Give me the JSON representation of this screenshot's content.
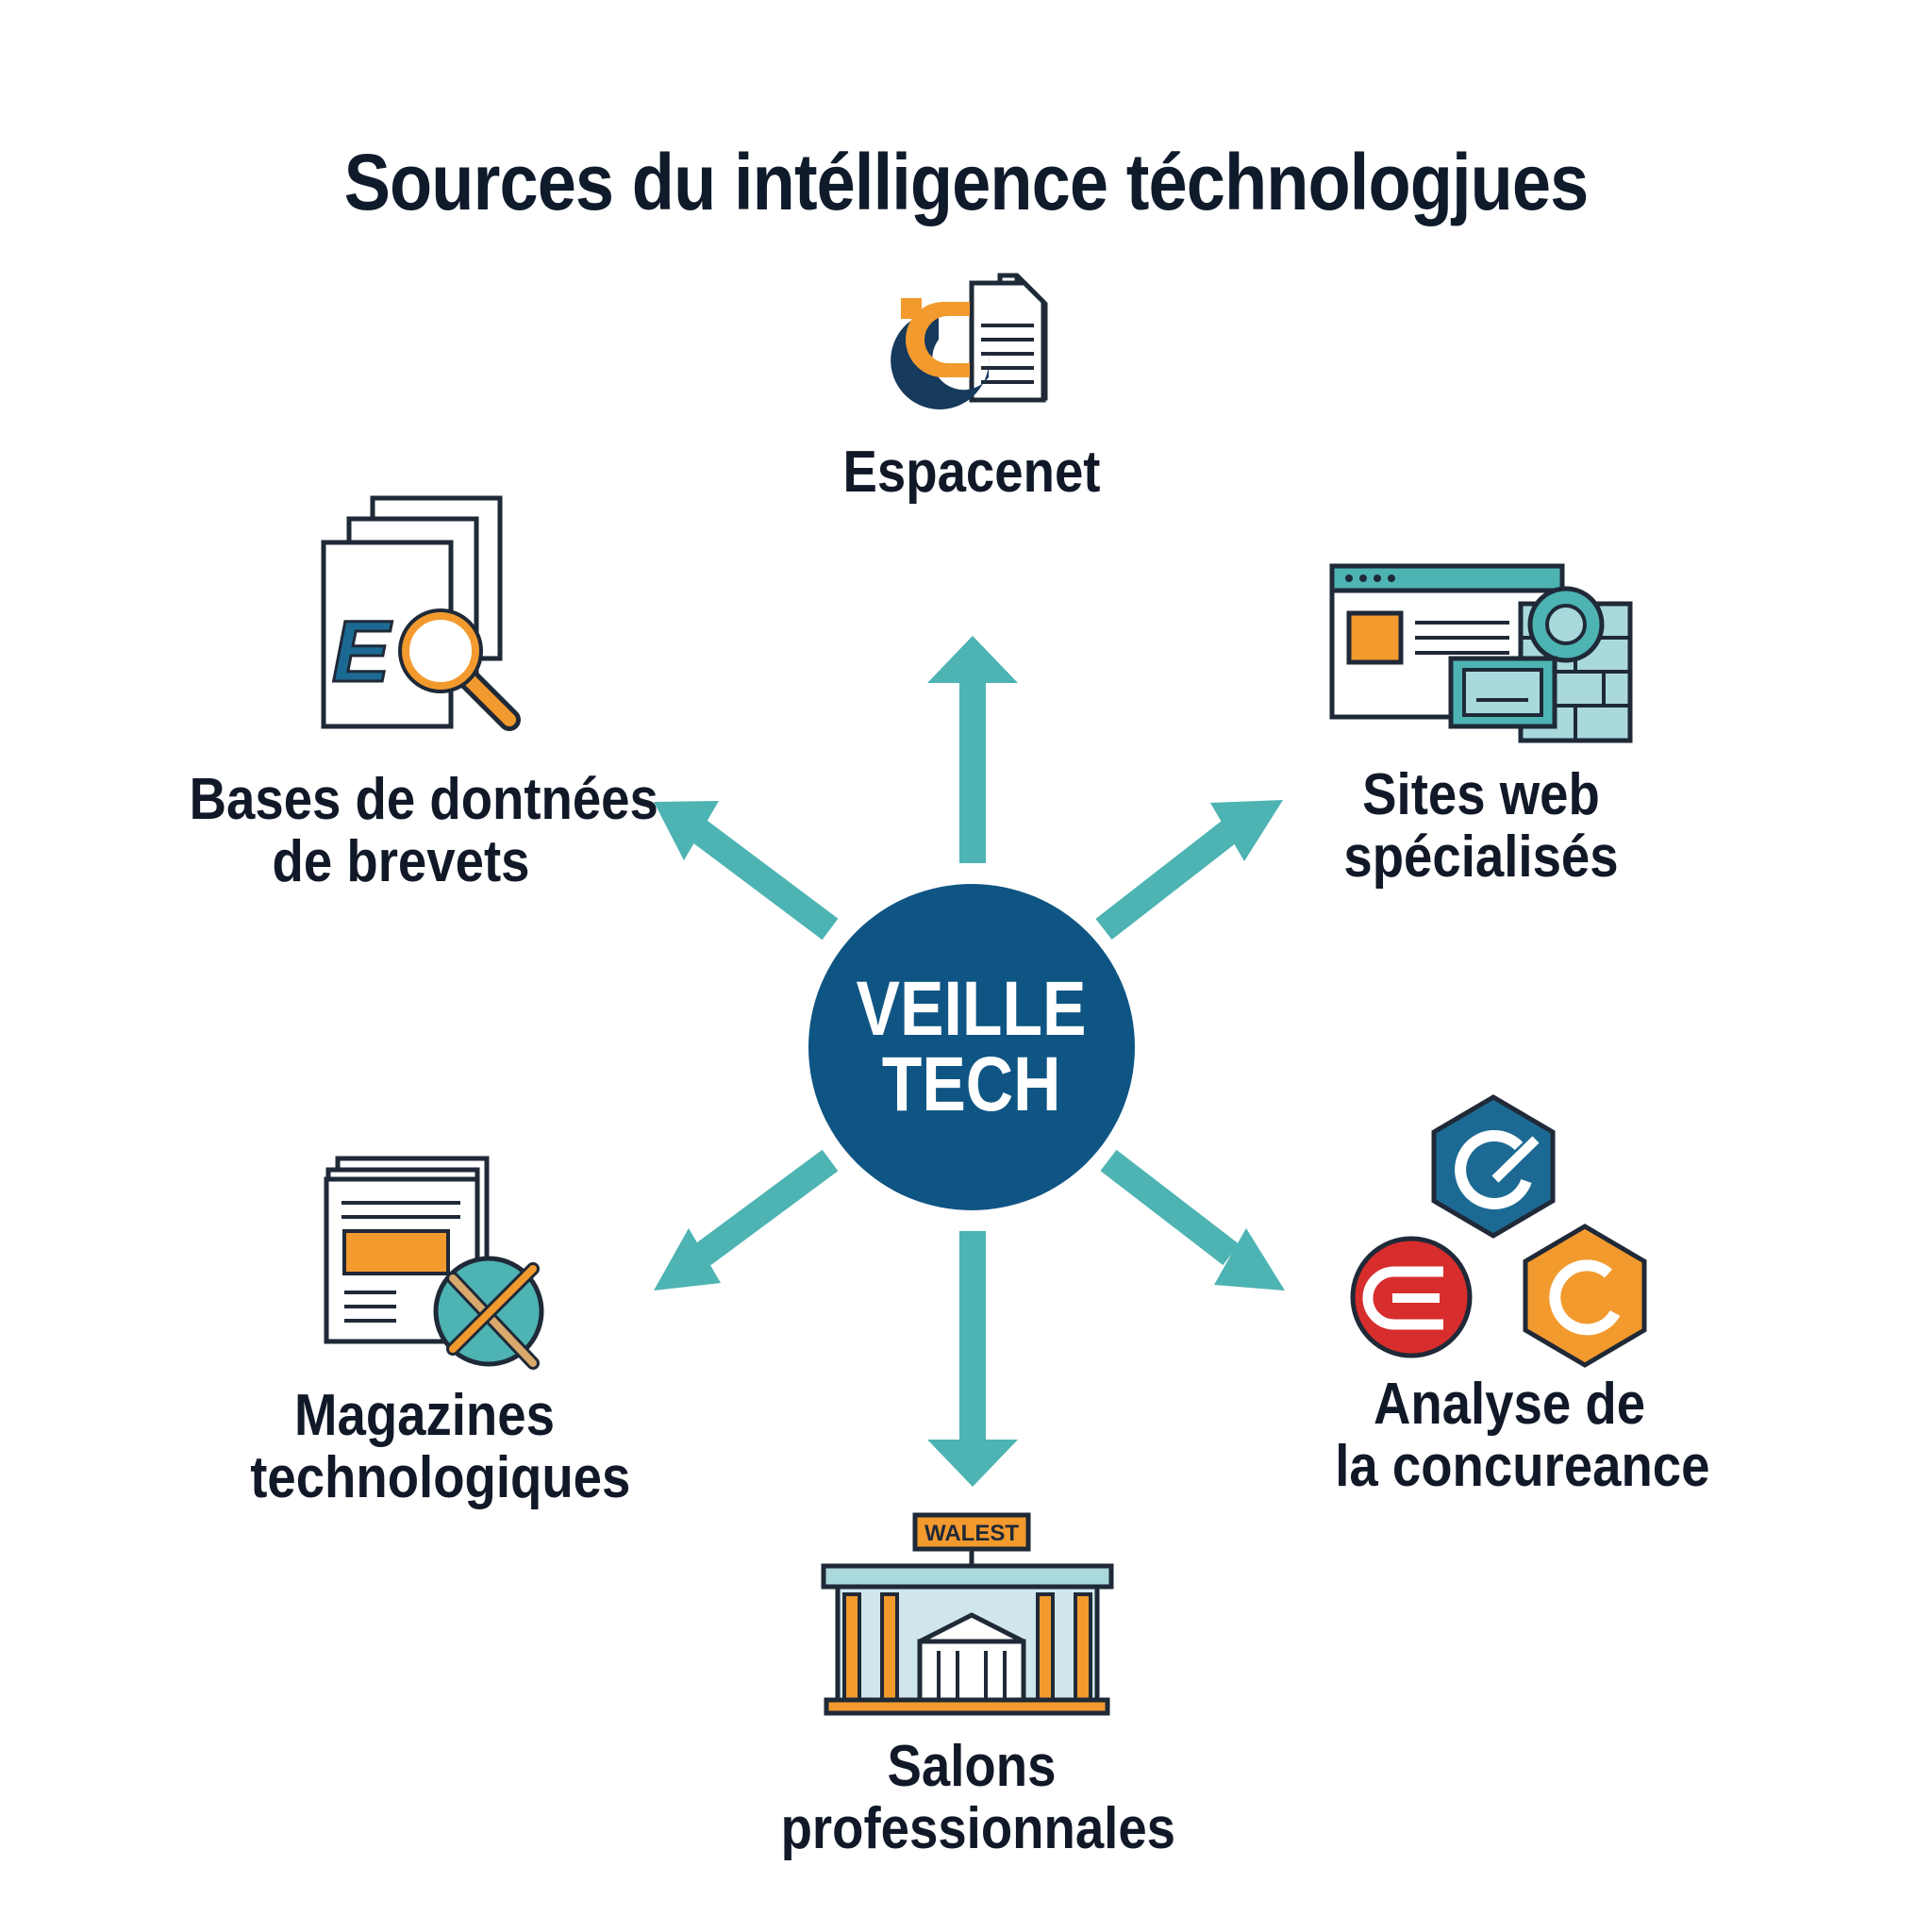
{
  "title": "Sources du intélligence téchnologjues",
  "center": {
    "line1": "VEILLE",
    "line2": "TECH"
  },
  "nodes": {
    "espacenet": {
      "line1": "Espacenet",
      "icon": "document-logo-icon"
    },
    "sites_web": {
      "line1": "Sites web",
      "line2": "spécialisés",
      "icon": "website-brickwall-icon"
    },
    "bases_brevets": {
      "line1": "Bases de dontnées",
      "line2": "de brevets",
      "icon": "document-search-icon",
      "glyph": "E"
    },
    "magazines": {
      "line1": "Magazines",
      "line2": "technologiques",
      "icon": "magazine-tools-icon"
    },
    "salons": {
      "line1": "Salons",
      "line2": "professionnales",
      "icon": "exhibition-building-icon",
      "sign": "WALEST"
    },
    "concurrence": {
      "line1": "Analyse de",
      "line2": "la concureance",
      "icon": "competitor-badges-icon"
    }
  },
  "colors": {
    "navy": "#0f5584",
    "teal": "#4db3b3",
    "orange": "#f29a2e",
    "red": "#d82d2d",
    "dark": "#1f2937"
  }
}
